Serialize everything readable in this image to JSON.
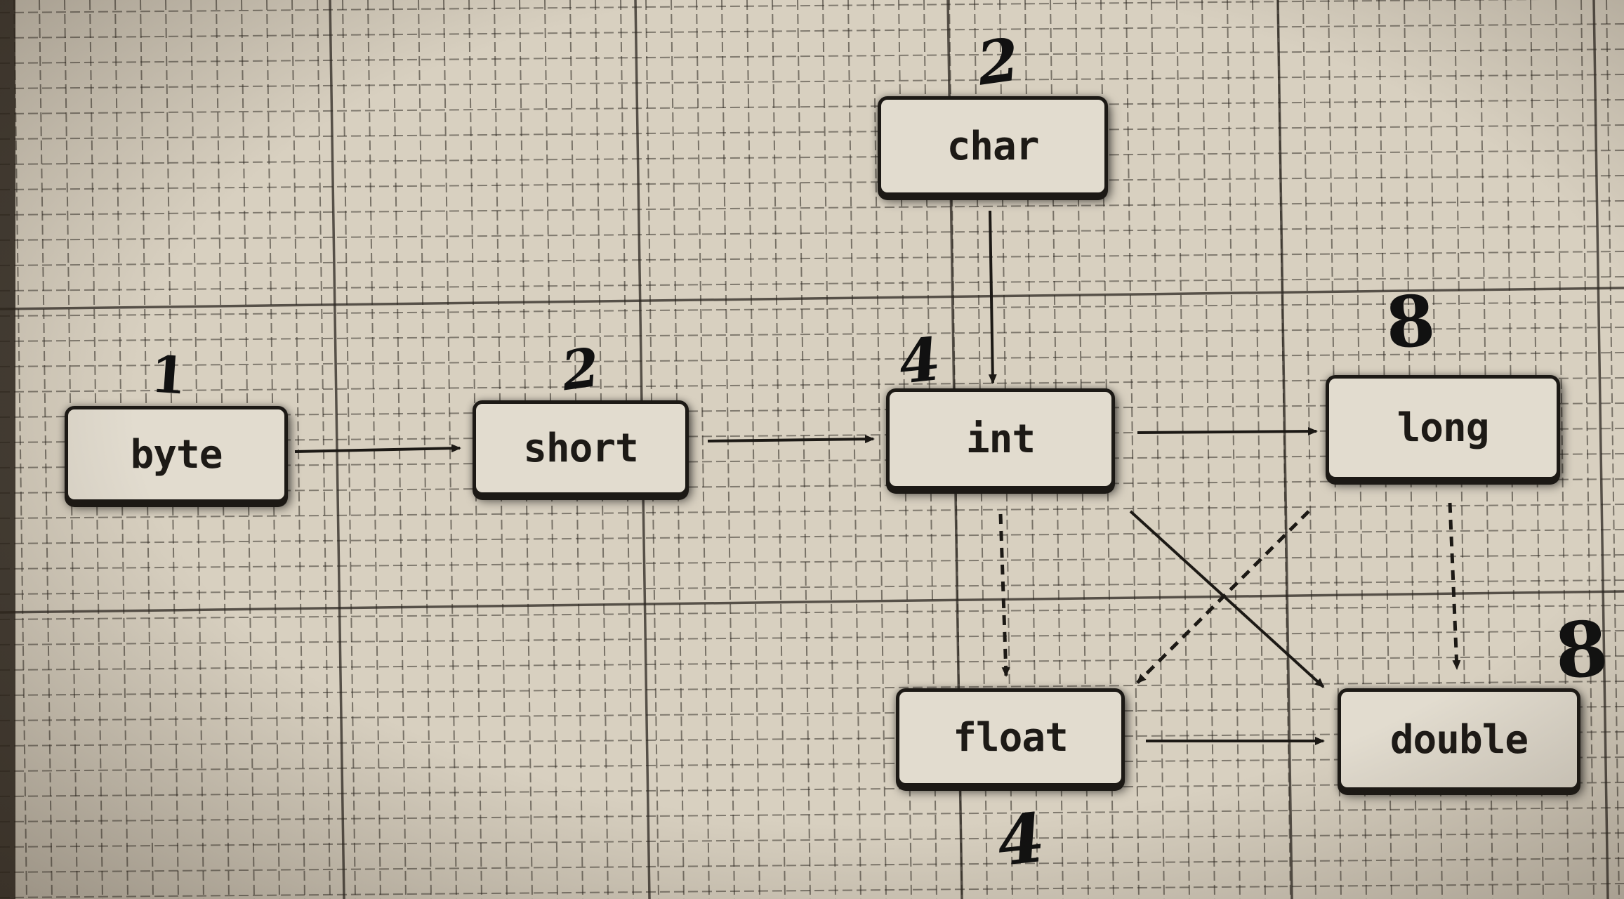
{
  "nodes": {
    "byte": {
      "label": "byte",
      "size_mark": "1"
    },
    "short": {
      "label": "short",
      "size_mark": "2"
    },
    "char": {
      "label": "char",
      "size_mark": "2"
    },
    "int": {
      "label": "int",
      "size_mark": "4"
    },
    "long": {
      "label": "long",
      "size_mark": "8"
    },
    "float": {
      "label": "float",
      "size_mark": "4"
    },
    "double": {
      "label": "double",
      "size_mark": "8"
    }
  },
  "edges": [
    {
      "from": "byte",
      "to": "short",
      "style": "solid"
    },
    {
      "from": "short",
      "to": "int",
      "style": "solid"
    },
    {
      "from": "char",
      "to": "int",
      "style": "solid"
    },
    {
      "from": "int",
      "to": "long",
      "style": "solid"
    },
    {
      "from": "int",
      "to": "float",
      "style": "dashed"
    },
    {
      "from": "int",
      "to": "double",
      "style": "solid"
    },
    {
      "from": "long",
      "to": "float",
      "style": "dashed"
    },
    {
      "from": "long",
      "to": "double",
      "style": "dashed"
    },
    {
      "from": "float",
      "to": "double",
      "style": "solid"
    }
  ],
  "colors": {
    "paper": "#d8d0c0",
    "grid": "#2b2620",
    "box_fill": "#e2dccf",
    "ink": "#1c1915"
  }
}
